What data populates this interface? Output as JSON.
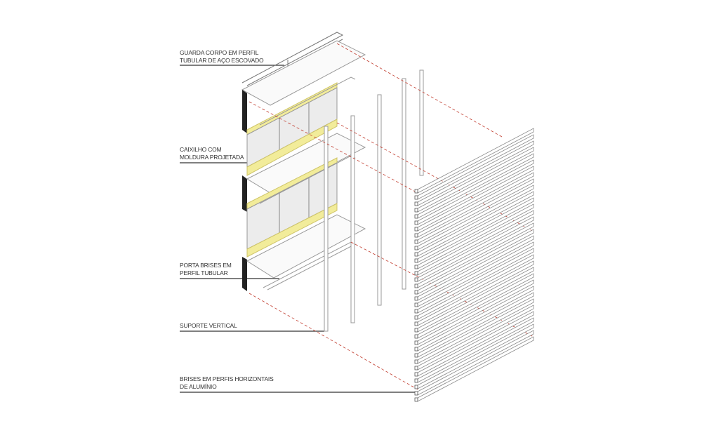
{
  "labels": [
    {
      "lines": [
        "GUARDA CORPO EM PERFIL",
        "TUBULAR DE AÇO ESCOVADO"
      ]
    },
    {
      "lines": [
        "CAIXILHO COM",
        "MOLDURA PROJETADA"
      ]
    },
    {
      "lines": [
        "PORTA BRISES EM",
        "PERFIL TUBULAR"
      ]
    },
    {
      "lines": [
        "SUPORTE VERTICAL"
      ]
    },
    {
      "lines": [
        "BRISES EM PERFIS HORIZONTAIS",
        "DE ALUMÍNIO"
      ]
    }
  ],
  "brise_slat_count": 34,
  "colors": {
    "accent_yellow": "#f2ec9a",
    "dashed_red": "#c0392b",
    "line": "#555555",
    "panel": "#ececec"
  }
}
